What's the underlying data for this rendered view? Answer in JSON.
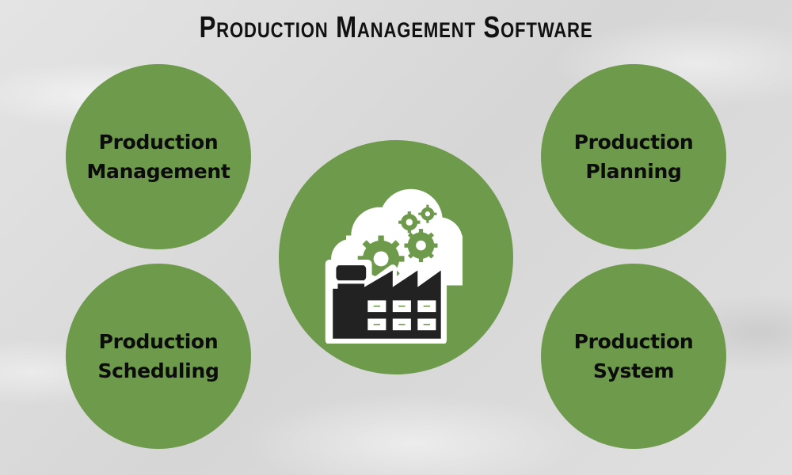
{
  "title": "Production Management Software",
  "colors": {
    "circle_fill": "#6e9a4c",
    "text": "#0c0c0c",
    "background": "#dcdcdc",
    "factory_icon": "#222222"
  },
  "circles": [
    {
      "position": "top-left",
      "line1": "Production",
      "line2": "Management"
    },
    {
      "position": "top-right",
      "line1": "Production",
      "line2": "Planning"
    },
    {
      "position": "bottom-left",
      "line1": "Production",
      "line2": "Scheduling"
    },
    {
      "position": "bottom-right",
      "line1": "Production",
      "line2": "System"
    }
  ],
  "center": {
    "icon": "factory-cloud-gears-icon"
  }
}
